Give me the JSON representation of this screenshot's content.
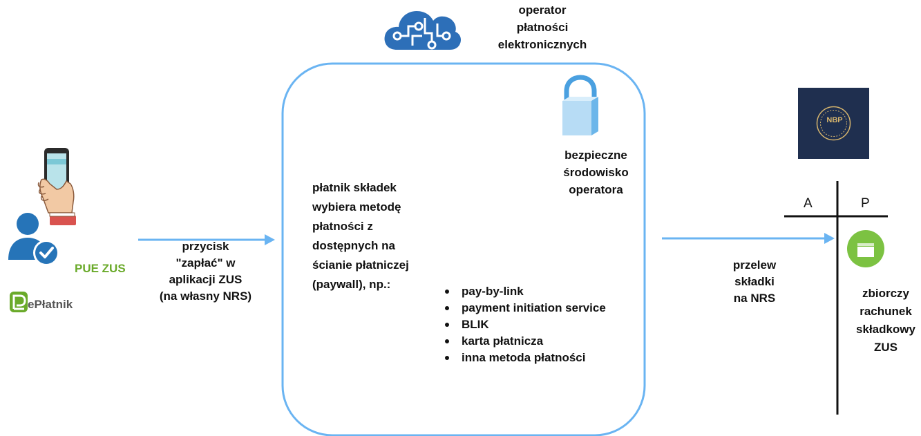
{
  "operator": {
    "title_lines": [
      "operator",
      "płatności",
      "elektronicznych"
    ],
    "icon": "cloud-circuit-icon",
    "env_icon": "padlock-icon",
    "env_lines": [
      "bezpieczne",
      "środowisko",
      "operatora"
    ]
  },
  "paywall": {
    "description_lines": [
      "płatnik składek",
      "wybiera metodę",
      "płatności z",
      "dostępnych na",
      "ścianie płatniczej",
      "(paywall), np.:"
    ],
    "methods": [
      "pay-by-link",
      "payment initiation service",
      "BLIK",
      "karta płatnicza",
      "inna metoda płatności"
    ]
  },
  "payer": {
    "phone_icon": "smartphone-hand-icon",
    "user_icon": "verified-user-icon",
    "pue_label": "PUE ZUS",
    "eplatnik_logo_text": "ePłatnik",
    "eplatnik_icon": "eplatnik-logo-icon"
  },
  "button_arrow": {
    "lines": [
      "przycisk",
      "\"zapłać\" w",
      "aplikacji ZUS",
      "(na własny NRS)"
    ]
  },
  "transfer_arrow": {
    "lines": [
      "przelew",
      "składki",
      "na NRS"
    ]
  },
  "bank": {
    "logo_text": "NBP",
    "logo_icon": "nbp-logo-icon",
    "t_account": {
      "debit_label": "A",
      "credit_label": "P"
    },
    "account_icon": "folder-icon",
    "account_lines": [
      "zbiorczy",
      "rachunek",
      "składkowy",
      "ZUS"
    ]
  },
  "colors": {
    "arrow": "#6ab4f2",
    "box_border": "#6ab4f2",
    "cloud": "#2d6fb8",
    "pue_green": "#6aaa2a",
    "nbp_bg": "#1f2f4f",
    "nbp_gold": "#d7b56d",
    "user_blue": "#2674b8",
    "account_green": "#7cc242"
  }
}
